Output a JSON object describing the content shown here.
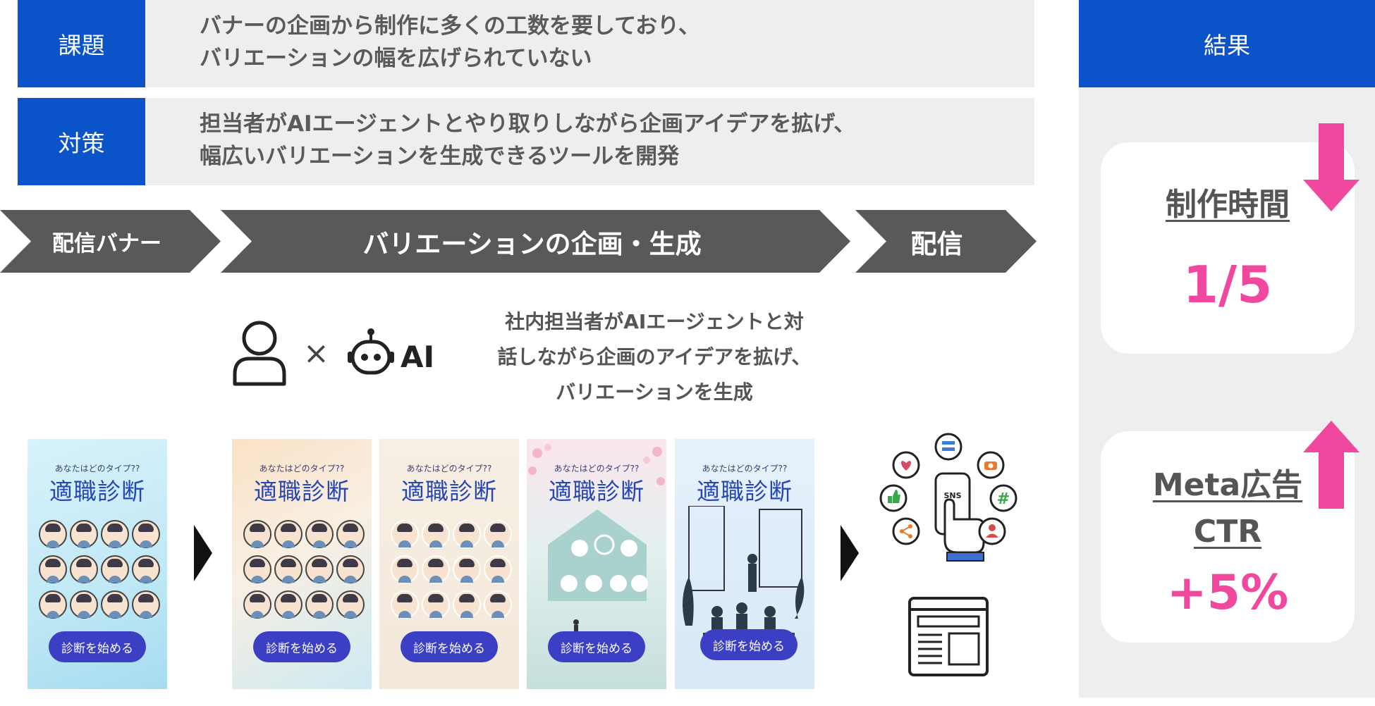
{
  "issue": {
    "label": "課題",
    "lines": [
      "バナーの企画から制作に多くの工数を要しており、",
      "バリエーションの幅を広げられていない"
    ]
  },
  "solution": {
    "label": "対策",
    "lines": [
      "担当者がAIエージェントとやり取りしながら企画アイデアを拡げ、",
      "幅広いバリエーションを生成できるツールを開発"
    ]
  },
  "flow": {
    "step1": "配信バナー",
    "step2": "バリエーションの企画・生成",
    "step3": "配信"
  },
  "collab": {
    "times": "×",
    "ai": "AI",
    "lines": [
      "社内担当者がAIエージェントと対",
      "話しながら企画のアイデアを拡げ、",
      "バリエーションを生成"
    ]
  },
  "banner": {
    "question": "あなたはどのタイプ??",
    "title": "適職診断",
    "button": "診断を始める"
  },
  "sns": {
    "label": "SNS"
  },
  "result": {
    "header": "結果",
    "card1": {
      "title": "制作時間",
      "value": "1/5",
      "trend": "down"
    },
    "card2": {
      "title_line1": "Meta広告",
      "title_line2": "CTR",
      "value": "+5%",
      "trend": "up"
    }
  },
  "colors": {
    "blue": "#0a53c8",
    "pink": "#f0489e",
    "chevron": "#595959",
    "row_bg": "#eeeeee",
    "text_gray": "#5a5a5a"
  },
  "icons": [
    "person-icon",
    "robot-icon",
    "sns-phone-icon",
    "heart-icon",
    "thumbs-up-icon",
    "share-icon",
    "chat-icon",
    "camera-icon",
    "hashtag-icon",
    "user-icon",
    "webpage-icon",
    "arrow-down-icon",
    "arrow-up-icon",
    "play-triangle-icon"
  ]
}
